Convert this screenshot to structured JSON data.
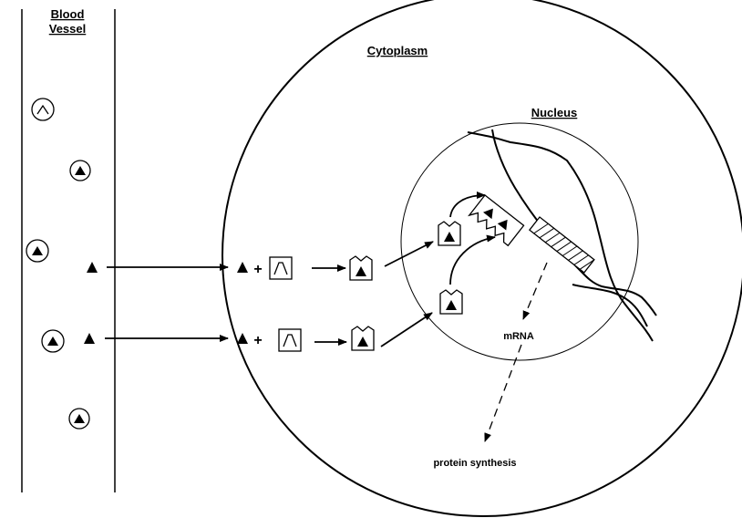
{
  "labels": {
    "blood_vessel_line1": "Blood",
    "blood_vessel_line2": "Vessel",
    "cytoplasm": "Cytoplasm",
    "nucleus": "Nucleus",
    "mrna": "mRNA",
    "protein_synthesis": "protein synthesis"
  },
  "symbols": {
    "plus": "+"
  },
  "icons": {
    "hormone": "filled-triangle",
    "carrier_protein": "circle-with-notch",
    "receptor": "notched-square",
    "dna": "wavy-strand"
  }
}
